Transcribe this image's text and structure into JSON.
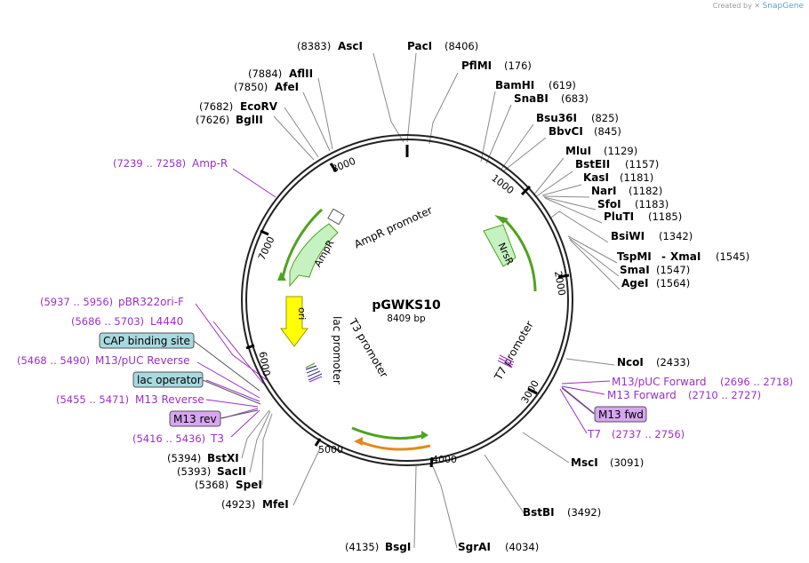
{
  "watermark": {
    "prefix": "Created by",
    "brand": "SnapGene"
  },
  "plasmid": {
    "name": "pGWKS10",
    "length_label": "8409 bp"
  },
  "colors": {
    "enzyme": "#000000",
    "primer": "#9b30c8",
    "feature_box": "#a8d8e0",
    "primer_box": "#d7a6f0",
    "green": "#4fa31f",
    "orange": "#e38b1a",
    "yellow": "#ffff00"
  },
  "ticks": [
    "1000",
    "2000",
    "3000",
    "4000",
    "5000",
    "6000",
    "7000",
    "8000"
  ],
  "enzymes": [
    {
      "name": "AscI",
      "pos": "(8383)",
      "side": "left"
    },
    {
      "name": "PacI",
      "pos": "(8406)",
      "side": "right"
    },
    {
      "name": "PflMI",
      "pos": "(176)",
      "side": "right"
    },
    {
      "name": "BamHI",
      "pos": "(619)",
      "side": "right"
    },
    {
      "name": "SnaBI",
      "pos": "(683)",
      "side": "right"
    },
    {
      "name": "Bsu36I",
      "pos": "(825)",
      "side": "right"
    },
    {
      "name": "BbvCI",
      "pos": "(845)",
      "side": "right"
    },
    {
      "name": "MluI",
      "pos": "(1129)",
      "side": "right"
    },
    {
      "name": "BstEII",
      "pos": "(1157)",
      "side": "right"
    },
    {
      "name": "KasI",
      "pos": "(1181)",
      "side": "right"
    },
    {
      "name": "NarI",
      "pos": "(1182)",
      "side": "right"
    },
    {
      "name": "SfoI",
      "pos": "(1183)",
      "side": "right"
    },
    {
      "name": "PluTI",
      "pos": "(1185)",
      "side": "right"
    },
    {
      "name": "BsiWI",
      "pos": "(1342)",
      "side": "right"
    },
    {
      "name": "TspMI",
      "pos": "(1545)",
      "side": "right",
      "joined": "XmaI"
    },
    {
      "name": "SmaI",
      "pos": "(1547)",
      "side": "right"
    },
    {
      "name": "AgeI",
      "pos": "(1564)",
      "side": "right"
    },
    {
      "name": "NcoI",
      "pos": "(2433)",
      "side": "right"
    },
    {
      "name": "MscI",
      "pos": "(3091)",
      "side": "right"
    },
    {
      "name": "BstBI",
      "pos": "(3492)",
      "side": "right"
    },
    {
      "name": "SgrAI",
      "pos": "(4034)",
      "side": "right"
    },
    {
      "name": "BsgI",
      "pos": "(4135)",
      "side": "left"
    },
    {
      "name": "MfeI",
      "pos": "(4923)",
      "side": "left"
    },
    {
      "name": "SpeI",
      "pos": "(5368)",
      "side": "left"
    },
    {
      "name": "SacII",
      "pos": "(5393)",
      "side": "left"
    },
    {
      "name": "BstXI",
      "pos": "(5394)",
      "side": "left"
    },
    {
      "name": "BglII",
      "pos": "(7626)",
      "side": "left"
    },
    {
      "name": "EcoRV",
      "pos": "(7682)",
      "side": "left"
    },
    {
      "name": "AfeI",
      "pos": "(7850)",
      "side": "left"
    },
    {
      "name": "AflII",
      "pos": "(7884)",
      "side": "left"
    }
  ],
  "primers": [
    {
      "name": "Amp-R",
      "range": "(7239 .. 7258)"
    },
    {
      "name": "pBR322ori-F",
      "range": "(5937 .. 5956)"
    },
    {
      "name": "L4440",
      "range": "(5686 .. 5703)"
    },
    {
      "name": "M13/pUC Reverse",
      "range": "(5468 .. 5490)"
    },
    {
      "name": "M13 Reverse",
      "range": "(5455 .. 5471)"
    },
    {
      "name": "T3",
      "range": "(5416 .. 5436)"
    },
    {
      "name": "M13/pUC Forward",
      "range": "(2696 .. 2718)"
    },
    {
      "name": "M13 Forward",
      "range": "(2710 .. 2727)"
    },
    {
      "name": "T7",
      "range": "(2737 .. 2756)"
    }
  ],
  "boxed_labels": {
    "cap": "CAP binding site",
    "lacop": "lac operator",
    "m13rev": "M13 rev",
    "m13fwd": "M13 fwd"
  },
  "features": {
    "ampr_promoter": "AmpR promoter",
    "ampr": "AmpR",
    "nrsr": "NrsR",
    "ori": "ori",
    "lac_promoter": "lac promoter",
    "t3_promoter": "T3 promoter",
    "t7_promoter": "T7 promoter"
  }
}
